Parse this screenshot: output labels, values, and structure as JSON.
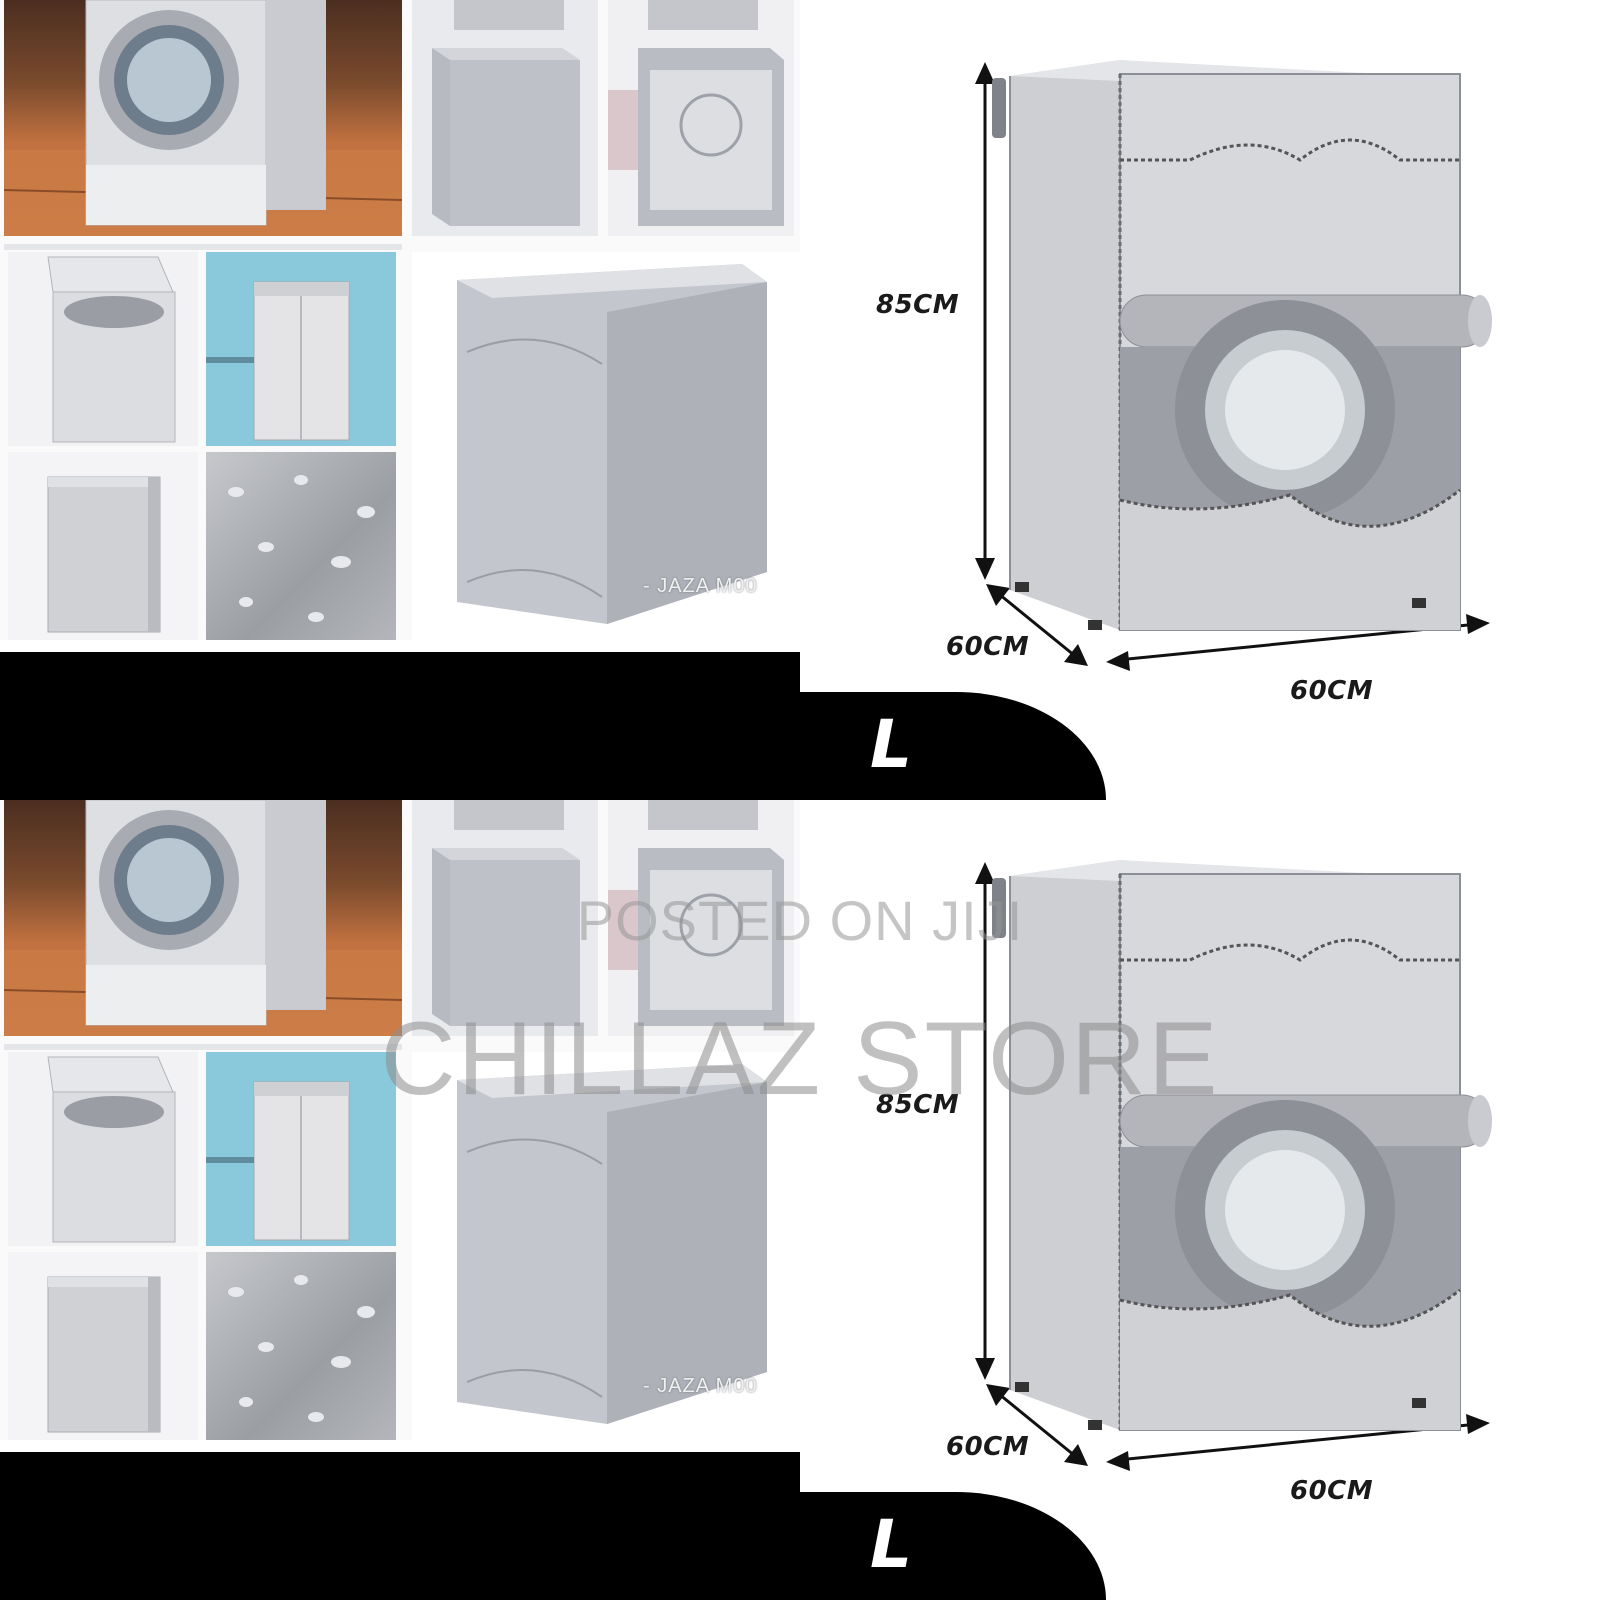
{
  "size_tag": "L",
  "dimensions": {
    "height": "85CM",
    "depth": "60CM",
    "width": "60CM"
  },
  "photo_caption": "- JAZA M00",
  "watermark": {
    "line1": "POSTED ON JIJI",
    "line2": "CHILLAZ STORE"
  },
  "colors": {
    "cover_silver": "#c9cbd0",
    "band": "#000000",
    "sky_tile": "#8ac8dc",
    "floor_tile": "#b3643a"
  }
}
